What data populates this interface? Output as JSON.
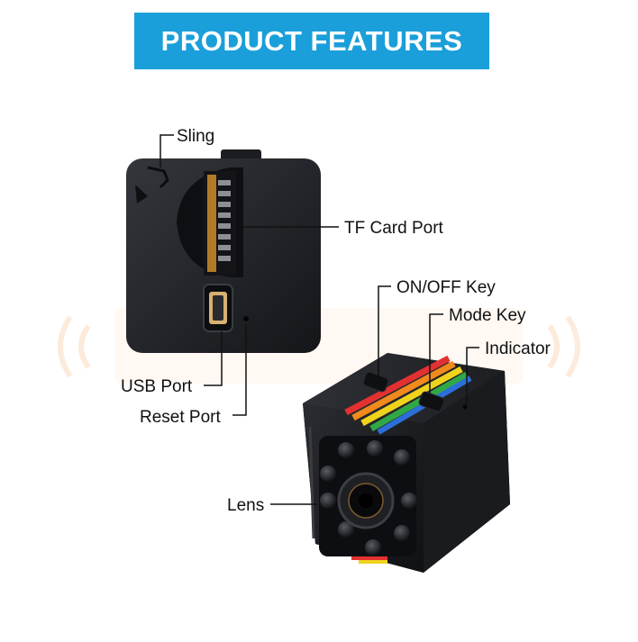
{
  "header": {
    "title": "PRODUCT FEATURES"
  },
  "colors": {
    "banner": "#1a9fda",
    "device": "#1c1d21",
    "watermark": "#f4a560",
    "callout": "#111111"
  },
  "labels": {
    "sling": "Sling",
    "tf_card_port": "TF Card Port",
    "usb_port": "USB Port",
    "reset_port": "Reset Port",
    "on_off_key": "ON/OFF Key",
    "mode_key": "Mode Key",
    "indicator": "Indicator",
    "lens": "Lens"
  },
  "icons": {
    "back_view": "camera-back-view",
    "front_view": "camera-front-view",
    "watermark": "brand-watermark"
  }
}
